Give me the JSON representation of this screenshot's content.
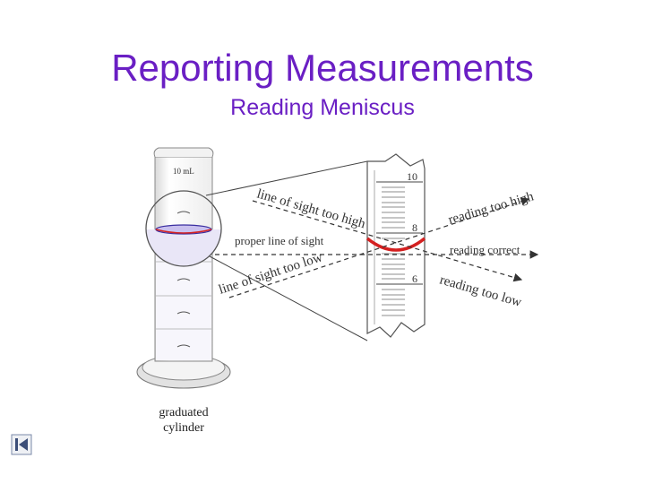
{
  "slide": {
    "title": "Reporting Measurements",
    "subtitle": "Reading Meniscus"
  },
  "cylinder": {
    "volume_label": "10 mL",
    "caption_line1": "graduated",
    "caption_line2": "cylinder"
  },
  "scale": {
    "marks": [
      "10",
      "8",
      "6"
    ]
  },
  "labels": {
    "line_too_high": "line of sight too high",
    "proper_line": "proper line of sight",
    "line_too_low": "line of sight too low",
    "reading_too_high": "reading too high",
    "reading_correct": "reading correct",
    "reading_too_low": "reading too low"
  },
  "colors": {
    "title": "#6a1fc4",
    "meniscus": "#d42020",
    "liquid": "#c9c0ee"
  },
  "icons": {
    "nav": "back-to-start-icon"
  }
}
